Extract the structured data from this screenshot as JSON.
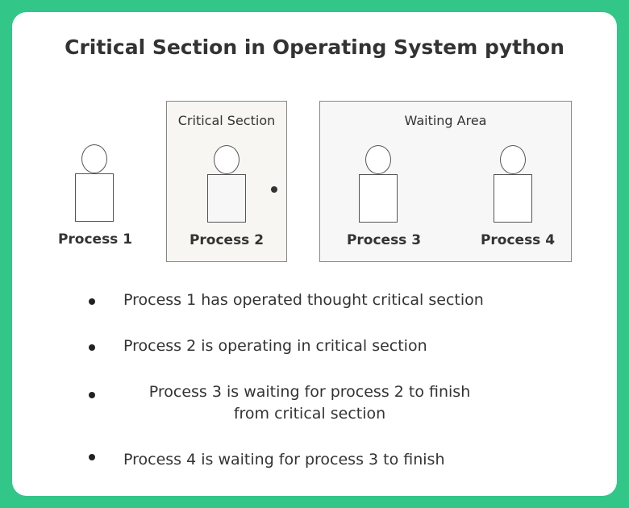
{
  "title": "Critical Section in Operating System python",
  "regions": {
    "critical_section": "Critical Section",
    "waiting_area": "Waiting Area"
  },
  "processes": [
    "Process 1",
    "Process 2",
    "Process 3",
    "Process 4"
  ],
  "notes": [
    "Process 1 has operated thought critical section",
    "Process 2 is operating in critical section",
    "Process 3 is waiting for process 2 to finish",
    "from critical section",
    "Process 4 is waiting for process 3 to finish"
  ],
  "colors": {
    "frame": "#32c688",
    "card": "#ffffff",
    "box_fill": "#f7f7f7",
    "box_border": "#888888",
    "text": "#333333"
  }
}
